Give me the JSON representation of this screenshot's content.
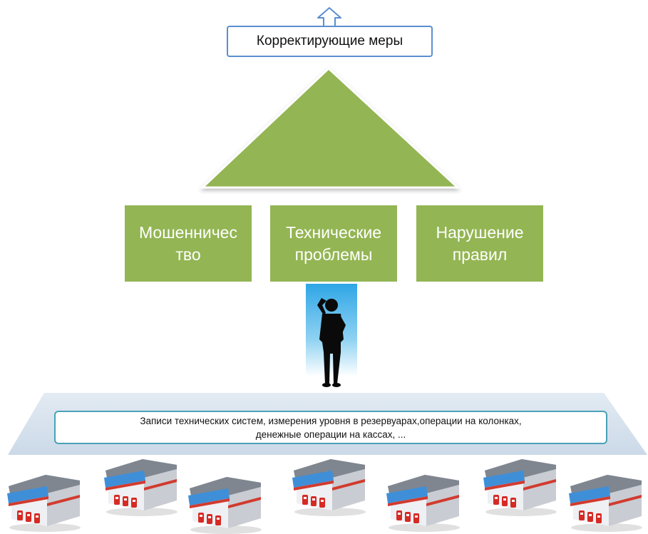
{
  "top_box": {
    "text": "Корректирующие меры"
  },
  "categories": [
    {
      "line1": "Мошенничес",
      "line2": "тво"
    },
    {
      "line1": "Технические",
      "line2": "проблемы"
    },
    {
      "line1": "Нарушение",
      "line2": "правил"
    }
  ],
  "records": {
    "line1": "Записи технических систем, измерения уровня в резервуарах,операции на колонках,",
    "line2": "денежные операции на кассах, ..."
  },
  "colors": {
    "green": "#93b553",
    "box_border_blue": "#5b8fd0",
    "box_border_teal": "#4aa1b6",
    "platform": "#d6e2ee"
  },
  "icons": {
    "up_arrow": "up-arrow-icon",
    "person": "thinking-person-icon",
    "station": "gas-station-icon"
  }
}
